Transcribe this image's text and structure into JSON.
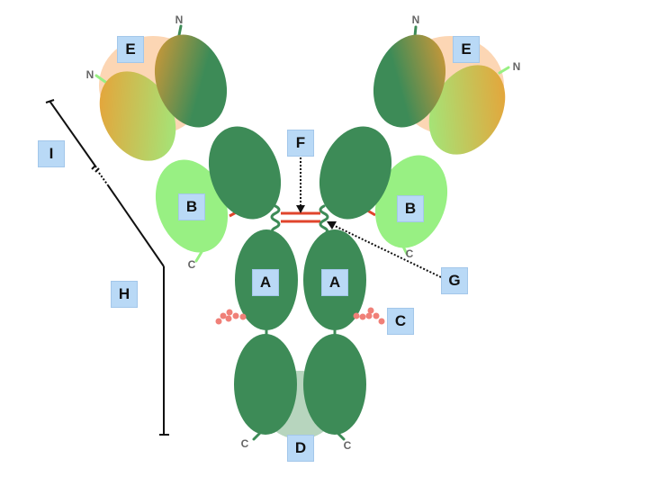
{
  "labels": {
    "A_left": "A",
    "A_right": "A",
    "B_left": "B",
    "B_right": "B",
    "C": "C",
    "D": "D",
    "E_left": "E",
    "E_right": "E",
    "F": "F",
    "G": "G",
    "H": "H",
    "I": "I"
  },
  "termini": {
    "n_heavy_left": "N",
    "n_light_left": "N",
    "n_heavy_right": "N",
    "n_light_right": "N",
    "c_light_left": "C",
    "c_light_right": "C",
    "c_heavy_left": "C",
    "c_heavy_right": "C"
  },
  "colors": {
    "heavy_chain": "#3d8b57",
    "light_chain": "#98f083",
    "variable_gradient_orange": "#f0a030",
    "antigen_site": "#fcd6b4",
    "disulfide_bond": "#e0452c",
    "carbohydrate": "#f08078",
    "label_box": "#b9d9f6"
  }
}
